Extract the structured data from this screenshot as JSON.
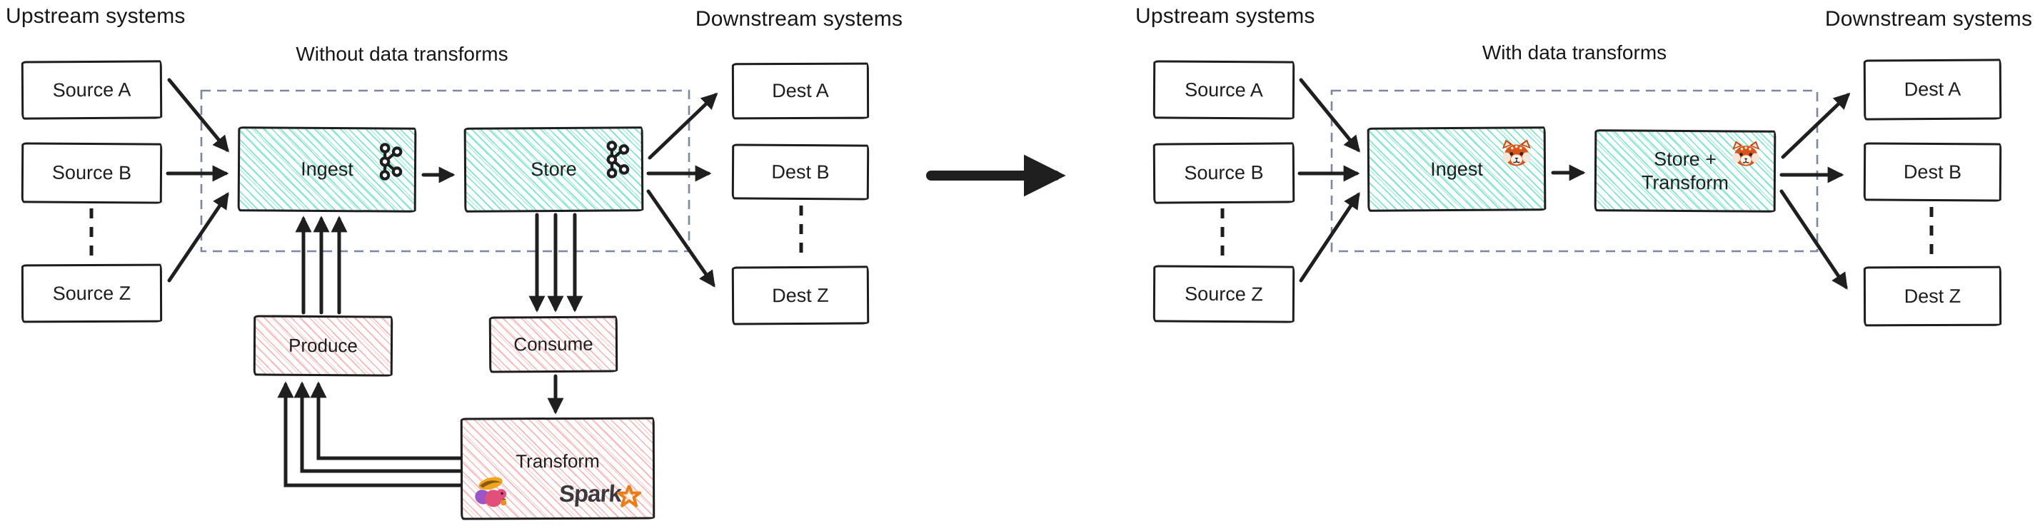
{
  "left_diagram": {
    "upstream_label": "Upstream systems",
    "title": "Without data transforms",
    "downstream_label": "Downstream systems",
    "sources": [
      "Source A",
      "Source B",
      "Source Z"
    ],
    "destinations": [
      "Dest A",
      "Dest B",
      "Dest Z"
    ],
    "ingest_label": "Ingest",
    "store_label": "Store",
    "produce_label": "Produce",
    "consume_label": "Consume",
    "transform_label": "Transform",
    "ingest_icon": "kafka-logo",
    "store_icon": "kafka-logo",
    "transform_icons": [
      "flink-squirrel-logo",
      "spark-logo"
    ],
    "spark_wordmark": "Spark"
  },
  "right_diagram": {
    "upstream_label": "Upstream systems",
    "title": "With data transforms",
    "downstream_label": "Downstream systems",
    "sources": [
      "Source A",
      "Source B",
      "Source Z"
    ],
    "destinations": [
      "Dest A",
      "Dest B",
      "Dest Z"
    ],
    "ingest_label": "Ingest",
    "store_transform_line1": "Store +",
    "store_transform_line2": "Transform",
    "ingest_icon": "redpanda-logo",
    "store_transform_icon": "redpanda-logo"
  },
  "transition": {
    "icon": "big-right-arrow"
  },
  "colors": {
    "box_stroke": "#1d1d1d",
    "teal_hachure": "#7de7c8",
    "pink_hachure": "#f7b6b6",
    "dashed_border": "#7b87a3",
    "arrow": "#1f1f1f",
    "text": "#1f1f1f",
    "spark_orange": "#ed7d13",
    "flink_pink": "#e34f7b",
    "panda_orange": "#d85418"
  }
}
